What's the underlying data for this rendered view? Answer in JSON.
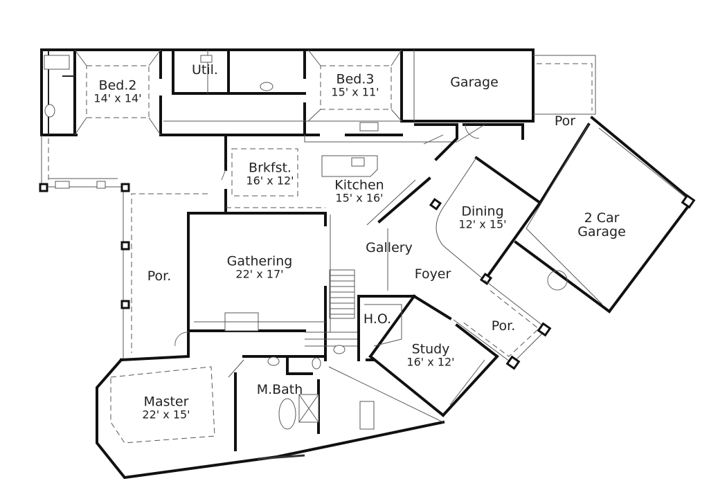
{
  "plan": {
    "rooms": [
      {
        "name": "Bed.2",
        "dims": "14' x 14'"
      },
      {
        "name": "Util.",
        "dims": ""
      },
      {
        "name": "Bed.3",
        "dims": "15' x 11'"
      },
      {
        "name": "Garage",
        "dims": ""
      },
      {
        "name": "Por",
        "dims": ""
      },
      {
        "name": "Brkfst.",
        "dims": "16' x 12'"
      },
      {
        "name": "Kitchen",
        "dims": "15' x 16'"
      },
      {
        "name": "Dining",
        "dims": "12' x 15'"
      },
      {
        "name": "2 Car",
        "dims": "Garage"
      },
      {
        "name": "Gallery",
        "dims": ""
      },
      {
        "name": "Por.",
        "dims": ""
      },
      {
        "name": "Gathering",
        "dims": "22' x 17'"
      },
      {
        "name": "Foyer",
        "dims": ""
      },
      {
        "name": "H.O.",
        "dims": ""
      },
      {
        "name": "Por.",
        "dims": ""
      },
      {
        "name": "Study",
        "dims": "16' x 12'"
      },
      {
        "name": "M.Bath",
        "dims": ""
      },
      {
        "name": "Master",
        "dims": "22' x 15'"
      }
    ]
  }
}
